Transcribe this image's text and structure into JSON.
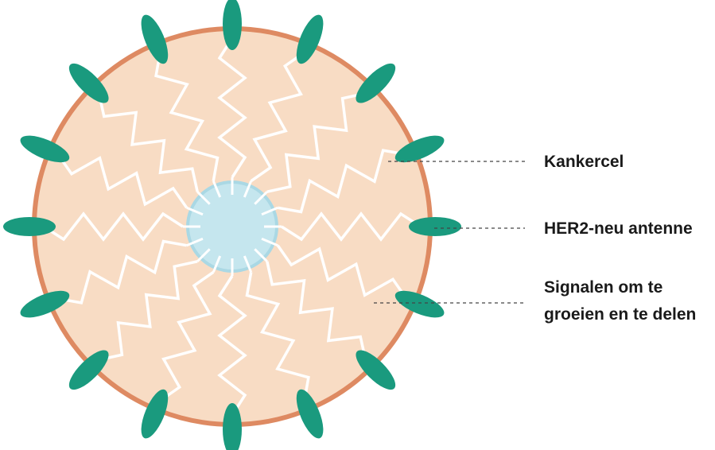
{
  "labels": {
    "cell": "Kankercel",
    "antenna": "HER2-neu antenne",
    "signals_line1": "Signalen om te",
    "signals_line2": "groeien en te delen"
  },
  "colors": {
    "cytoplasm": "#f8dcc4",
    "membrane": "#de8a62",
    "nucleus": "#c5e6ee",
    "nucleus_border": "#aad8e4",
    "receptor": "#1a9a7e",
    "signal": "#ffffff",
    "leader": "#444444",
    "text": "#1a1a1a"
  },
  "icons": {
    "receptor": "her2-receptor-icon",
    "signal": "zigzag-signal-icon"
  },
  "receptor_count": 16
}
